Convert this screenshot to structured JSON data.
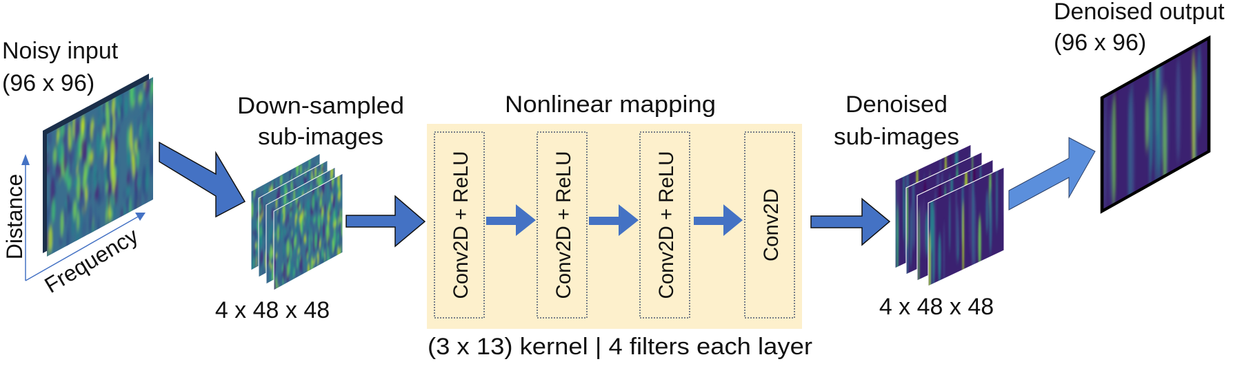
{
  "input": {
    "title": "Noisy input",
    "size": "(96 x 96)",
    "axis_y": "Distance",
    "axis_x": "Frequency"
  },
  "downsampled": {
    "title_line1": "Down-sampled",
    "title_line2": "sub-images",
    "shape": "4 x 48 x 48"
  },
  "mapping": {
    "title": "Nonlinear mapping",
    "layers": [
      "Conv2D + ReLU",
      "Conv2D + ReLU",
      "Conv2D + ReLU",
      "Conv2D"
    ],
    "caption": "(3 x 13) kernel | 4 filters each layer"
  },
  "denoised_sub": {
    "title_line1": "Denoised",
    "title_line2": "sub-images",
    "shape": "4 x 48 x 48"
  },
  "output": {
    "title": "Denoised output",
    "size": "(96 x 96)"
  },
  "colors": {
    "arrow": "#4472c4",
    "arrow_light": "#5b8fdc",
    "panel": "#fdf0cc",
    "noisy_base": "#3a6e8e",
    "clean_base": "#3b2170"
  }
}
